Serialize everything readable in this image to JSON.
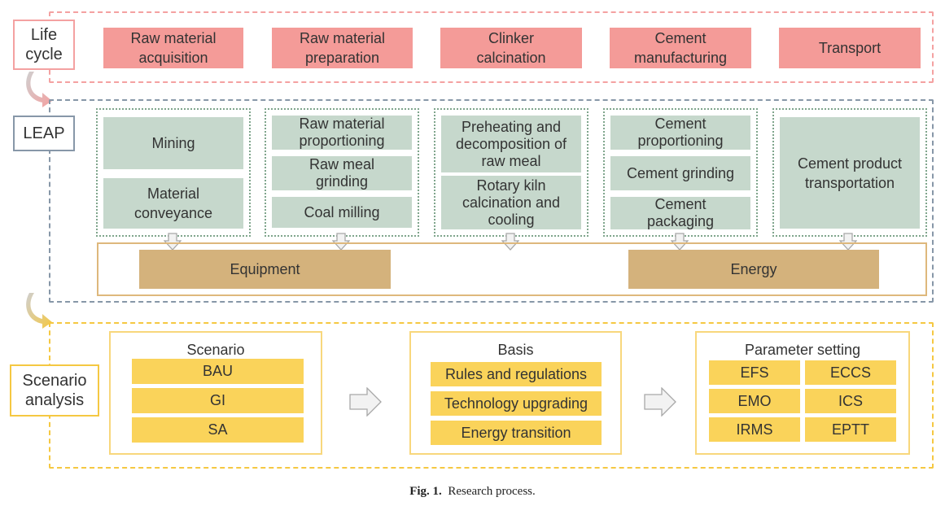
{
  "life_cycle": {
    "label": "Life\ncycle",
    "stages": [
      "Raw material\nacquisition",
      "Raw material\npreparation",
      "Clinker\ncalcination",
      "Cement\nmanufacturing",
      "Transport"
    ]
  },
  "leap": {
    "label": "LEAP",
    "columns": [
      [
        "Mining",
        "Material\nconveyance"
      ],
      [
        "Raw material\nproportioning",
        "Raw meal\ngrinding",
        "Coal milling"
      ],
      [
        "Preheating and\ndecomposition of\nraw meal",
        "Rotary kiln\ncalcination and\ncooling"
      ],
      [
        "Cement\nproportioning",
        "Cement grinding",
        "Cement\npackaging"
      ],
      [
        "Cement product\ntransportation"
      ]
    ],
    "equipment": "Equipment",
    "energy": "Energy"
  },
  "scenario_analysis": {
    "label": "Scenario\nanalysis",
    "scenario": {
      "title": "Scenario",
      "items": [
        "BAU",
        "GI",
        "SA"
      ]
    },
    "basis": {
      "title": "Basis",
      "items": [
        "Rules and regulations",
        "Technology upgrading",
        "Energy transition"
      ]
    },
    "parameter": {
      "title": "Parameter setting",
      "items": [
        "EFS",
        "ECCS",
        "EMO",
        "ICS",
        "IRMS",
        "EPTT"
      ]
    }
  },
  "caption": {
    "prefix": "Fig. 1.",
    "text": "Research process."
  },
  "colors": {
    "life_cycle_border": "#f4a1a1",
    "life_cycle_fill": "#f49b98",
    "leap_border": "#8797a8",
    "leap_fill": "#c6d8cc",
    "leap_dots": "#7fa58c",
    "equipment_fill": "#d4b27c",
    "scenario_border": "#f5c842",
    "scenario_fill": "#fad35a"
  }
}
